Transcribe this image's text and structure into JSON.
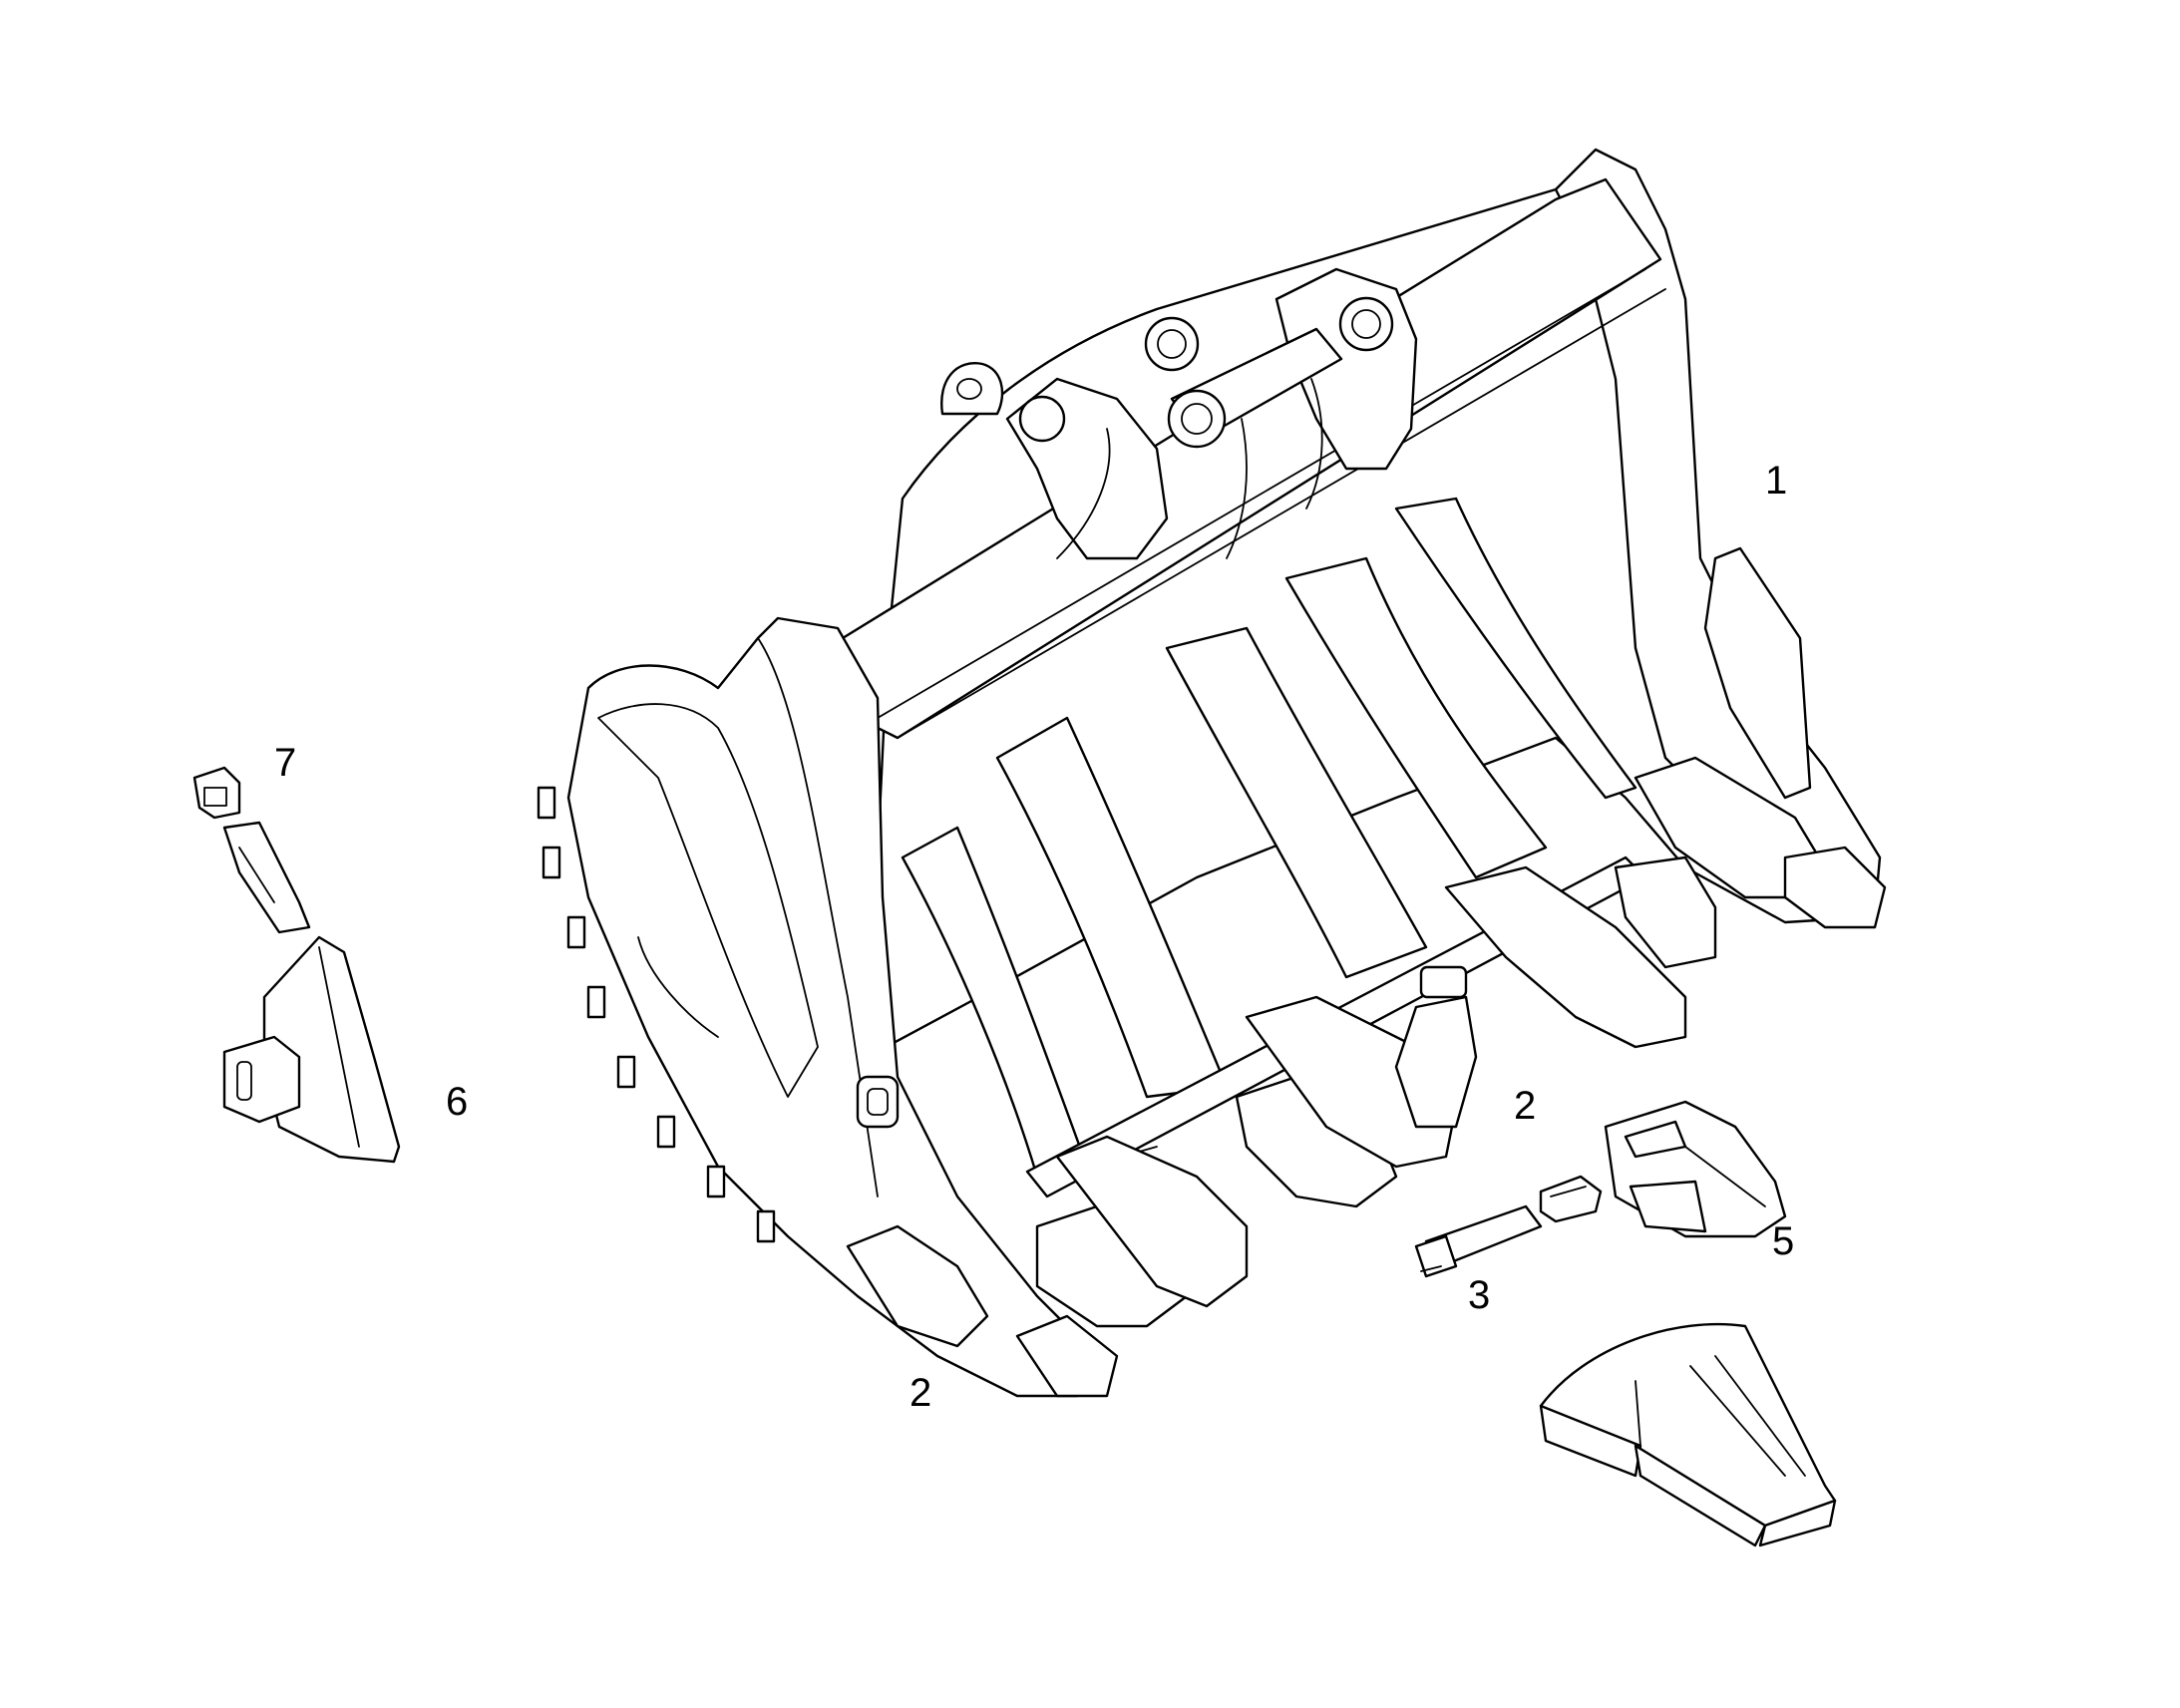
{
  "callouts": [
    {
      "id": "bucket",
      "label": "1"
    },
    {
      "id": "tooth-adapter-right",
      "label": "2"
    },
    {
      "id": "tooth-adapter-left",
      "label": "2"
    },
    {
      "id": "pin",
      "label": "3"
    },
    {
      "id": "tooth-tip",
      "label": "5"
    },
    {
      "id": "side-protector",
      "label": "6"
    },
    {
      "id": "lock",
      "label": "7"
    }
  ],
  "colors": {
    "line": "#000000",
    "background": "#ffffff"
  }
}
